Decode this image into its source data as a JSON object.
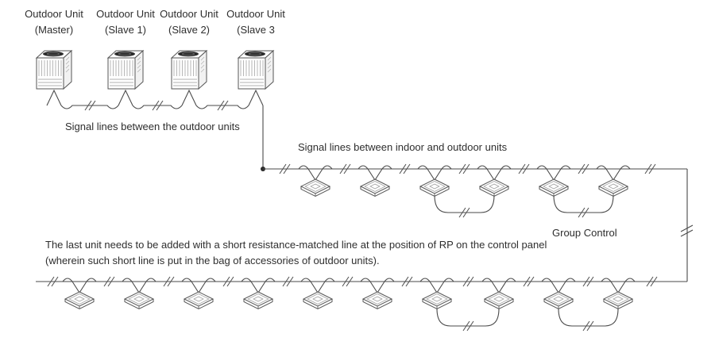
{
  "diagram": {
    "outdoor_units": [
      {
        "line1": "Outdoor Unit",
        "line2": "(Master)"
      },
      {
        "line1": "Outdoor Unit",
        "line2": "(Slave 1)"
      },
      {
        "line1": "Outdoor Unit",
        "line2": "(Slave 2)"
      },
      {
        "line1": "Outdoor Unit",
        "line2": "(Slave 3"
      }
    ],
    "captions": {
      "outdoor_signal_lines": "Signal lines between the outdoor units",
      "indoor_outdoor_signal_lines": "Signal lines between indoor and outdoor units",
      "group_control": "Group Control",
      "note_line1": "The last unit needs to be added with a short resistance-matched line at the position of RP on the control panel",
      "note_line2": "(wherein such short line is put in the bag of accessories of outdoor units)."
    },
    "indoor_units": {
      "row1_count": 6,
      "row2_count": 10
    },
    "colors": {
      "line": "#4a4a4a",
      "text": "#2e2e2e",
      "background": "#ffffff"
    }
  }
}
